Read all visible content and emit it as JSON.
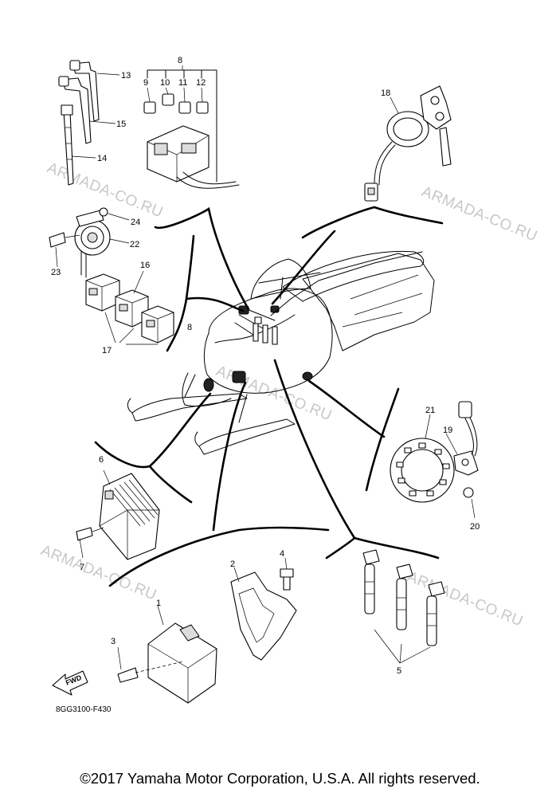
{
  "callouts": {
    "c1": "1",
    "c2": "2",
    "c3": "3",
    "c4": "4",
    "c5": "5",
    "c6": "6",
    "c7": "7",
    "c8": "8",
    "c8b": "8",
    "c9": "9",
    "c10": "10",
    "c11": "11",
    "c12": "12",
    "c13": "13",
    "c14": "14",
    "c15": "15",
    "c16": "16",
    "c17": "17",
    "c18": "18",
    "c19": "19",
    "c20": "20",
    "c21": "21",
    "c22": "22",
    "c23": "23",
    "c24": "24"
  },
  "watermarks": [
    "ARMADA-CO.RU",
    "ARMADA-CO.RU",
    "ARMADA-CO.RU",
    "ARMADA-CO.RU",
    "ARMADA-CO.RU"
  ],
  "fwd_label": "FWD",
  "diagram_code": "8GG3100-F430",
  "copyright": "©2017 Yamaha Motor Corporation, U.S.A. All rights reserved."
}
